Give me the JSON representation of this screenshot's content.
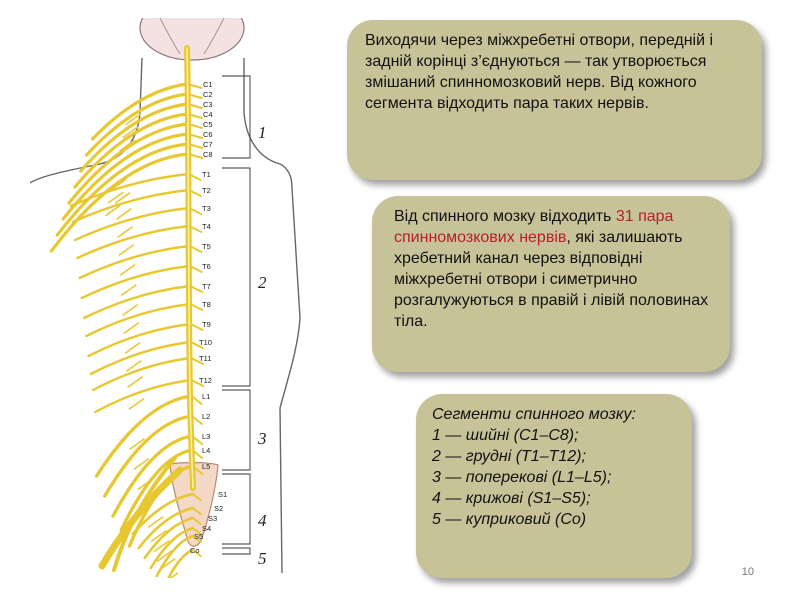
{
  "figure": {
    "vertebrae": [
      "C1",
      "C2",
      "C3",
      "C4",
      "C5",
      "C6",
      "C7",
      "C8",
      "T1",
      "T2",
      "T3",
      "T4",
      "T5",
      "T6",
      "T7",
      "T8",
      "T9",
      "T10",
      "T11",
      "T12",
      "L1",
      "L2",
      "L3",
      "L4",
      "L5",
      "S1",
      "S2",
      "S3",
      "S4",
      "S5",
      "Co"
    ],
    "regions": [
      "1",
      "2",
      "3",
      "4",
      "5"
    ]
  },
  "text1": {
    "content": "Виходячи через міжхребетні отвори, передній і задній корінці з’єднуються — так утворюється змішаний спинномозковий нерв. Від кожного сегмента відходить пара таких нервів."
  },
  "text2": {
    "before": "Від спинного мозку відходить ",
    "highlight": "31 пара спинномозкових нервів",
    "after": ", які залишають хребетний канал через відповідні міжхребетні отвори і симетрично розгалужуються в правій і лівій половинах тіла."
  },
  "text3": {
    "lines": [
      "Сегменти спинного мозку:",
      "1 — шийні (C1–C8);",
      "2 — грудні (T1–T12);",
      "3 — поперекові (L1–L5);",
      "4 — крижові (S1–S5);",
      "5 — куприковий (Co)"
    ]
  },
  "page_number": "10",
  "colors": {
    "nerve": "#e8c832",
    "bubble": "#c8c298",
    "highlight": "#b5202a"
  }
}
